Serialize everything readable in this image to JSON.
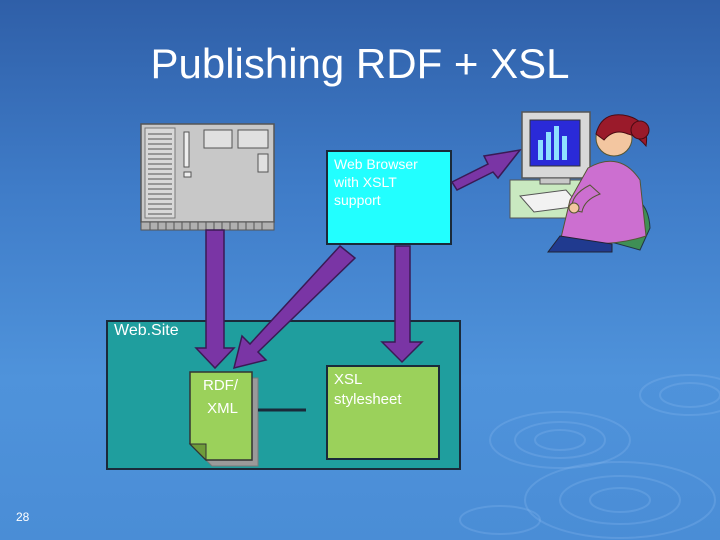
{
  "slide": {
    "title": "Publishing RDF + XSL",
    "page_number": "28"
  },
  "diagram": {
    "browser_label": "Web Browser\nwith XSLT\nsupport",
    "website_label": "Web.Site",
    "rdf_label": "RDF/\nXML",
    "xsl_label": "XSL\nstylesheet"
  },
  "colors": {
    "background": "#3f7cc8",
    "website_fill": "#1f9e9e",
    "browser_fill": "#22ffff",
    "xsl_fill": "#9bd15b",
    "document_fill": "#9bd15b",
    "arrow_fill": "#7a35a5"
  },
  "icons": [
    "server-icon",
    "person-at-computer-icon",
    "document-icon"
  ]
}
